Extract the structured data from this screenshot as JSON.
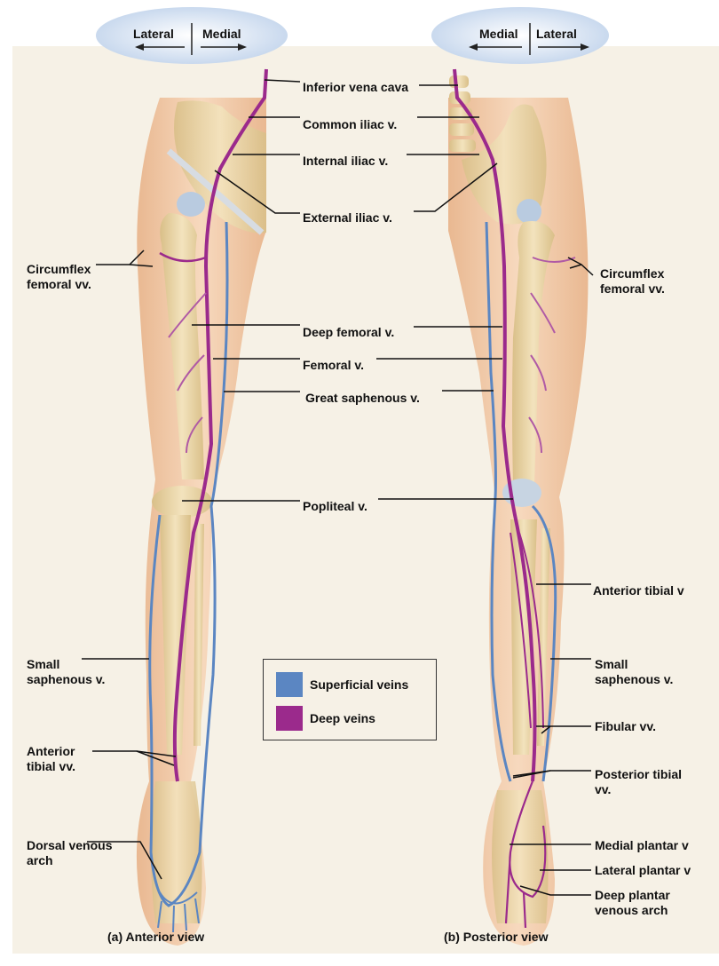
{
  "orientation": {
    "left": {
      "side_a": "Lateral",
      "side_b": "Medial"
    },
    "right": {
      "side_a": "Medial",
      "side_b": "Lateral"
    }
  },
  "labels": {
    "ivc": "Inferior vena cava",
    "common_iliac": "Common iliac v.",
    "internal_iliac": "Internal iliac v.",
    "external_iliac": "External iliac v.",
    "circumflex_left": "Circumflex femoral vv.",
    "circumflex_right": "Circumflex femoral vv.",
    "deep_femoral": "Deep femoral v.",
    "femoral": "Femoral v.",
    "great_saphenous": "Great saphenous v.",
    "popliteal": "Popliteal v.",
    "anterior_tibial_right": "Anterior tibial v",
    "small_saphenous_left": "Small saphenous v.",
    "small_saphenous_right": "Small saphenous v.",
    "fibular": "Fibular vv.",
    "anterior_tibial_left": "Anterior tibial vv.",
    "posterior_tibial": "Posterior tibial vv.",
    "dorsal_arch": "Dorsal venous arch",
    "medial_plantar": "Medial plantar v",
    "lateral_plantar": "Lateral plantar v",
    "deep_plantar": "Deep plantar venous arch"
  },
  "legend": {
    "superficial": {
      "label": "Superficial veins",
      "color": "#5b86c2"
    },
    "deep": {
      "label": "Deep veins",
      "color": "#9b2a8c"
    }
  },
  "captions": {
    "a": "(a) Anterior view",
    "b": "(b) Posterior view"
  },
  "colors": {
    "background": "#f6f1e6",
    "skin": "#f2c9a6",
    "bone": "#e8d4a6",
    "superficial_vein": "#5b86c2",
    "deep_vein": "#9b2a8c"
  }
}
